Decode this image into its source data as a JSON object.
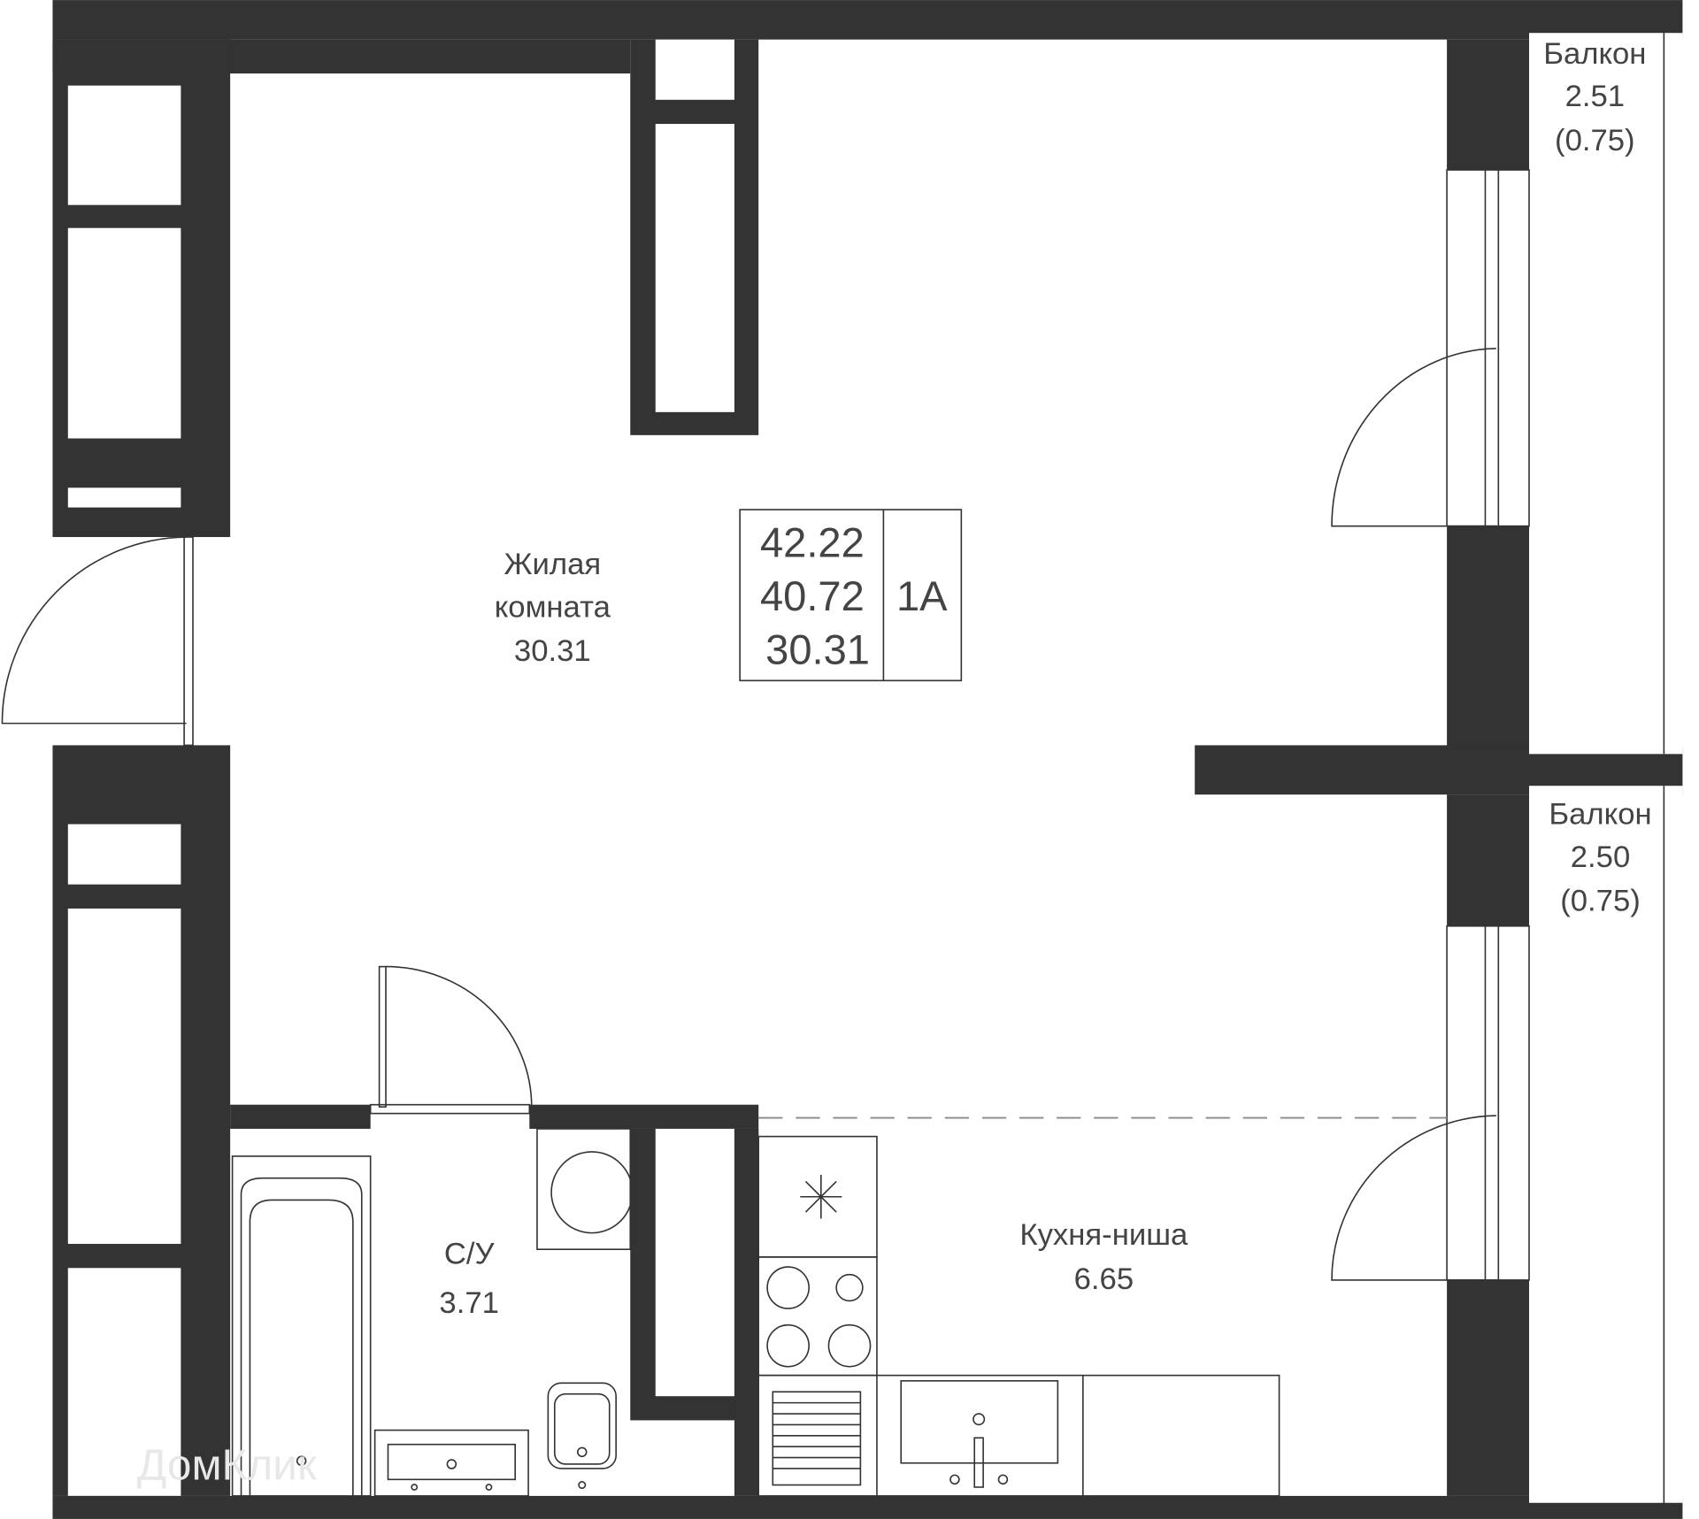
{
  "plan": {
    "summary": {
      "total_area": "42.22",
      "area_without_balconies": "40.72",
      "living_area": "30.31",
      "apartment_type": "1А"
    },
    "rooms": [
      {
        "name_line1": "Жилая",
        "name_line2": "комната",
        "area": "30.31"
      },
      {
        "name": "С/У",
        "area": "3.71"
      },
      {
        "name": "Кухня-ниша",
        "area": "6.65"
      }
    ],
    "balconies": [
      {
        "name": "Балкон",
        "area": "2.51",
        "reduced_area": "(0.75)"
      },
      {
        "name": "Балкон",
        "area": "2.50",
        "reduced_area": "(0.75)"
      }
    ],
    "watermark": "ДомКлик",
    "wall_color": "#333333"
  }
}
